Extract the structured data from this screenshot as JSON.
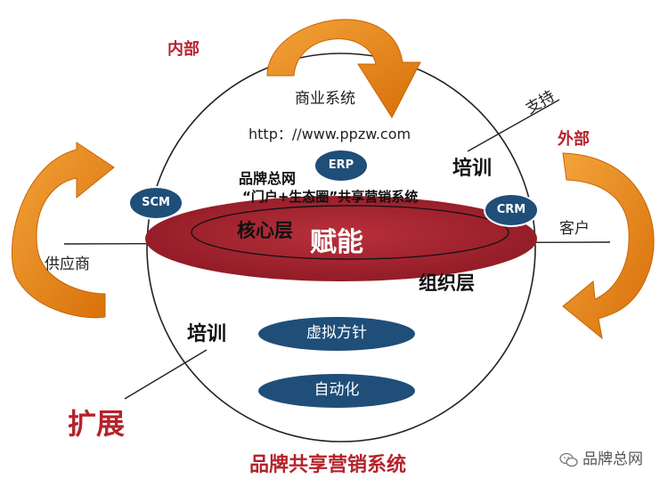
{
  "labels": {
    "inner": "内部",
    "outer": "外部",
    "business_system": "商业系统",
    "url": "http：//www.ppzw.com",
    "support": "支持",
    "brand_network": "品牌总网",
    "portal_system": "“门户+生态圈”共享营销系统",
    "core_layer": "核心层",
    "empower": "赋能",
    "org_layer": "组织层",
    "training_top": "培训",
    "training_bottom": "培训",
    "customer": "客户",
    "supplier": "供应商",
    "expand": "扩展",
    "footer_title": "品牌共享营销系统",
    "watermark": "品牌总网"
  },
  "nodes": {
    "erp": "ERP",
    "scm": "SCM",
    "crm": "CRM",
    "virtual": "虚拟方针",
    "automation": "自动化"
  },
  "colors": {
    "accent_red": "#b5232b",
    "disc_red": "#a3202e",
    "node_blue": "#1f4e79",
    "arrow_orange": "#e8820e",
    "circle_line": "#222222"
  },
  "icons": {
    "arrows": "curved-arrow-icon",
    "watermark": "wechat-icon"
  }
}
